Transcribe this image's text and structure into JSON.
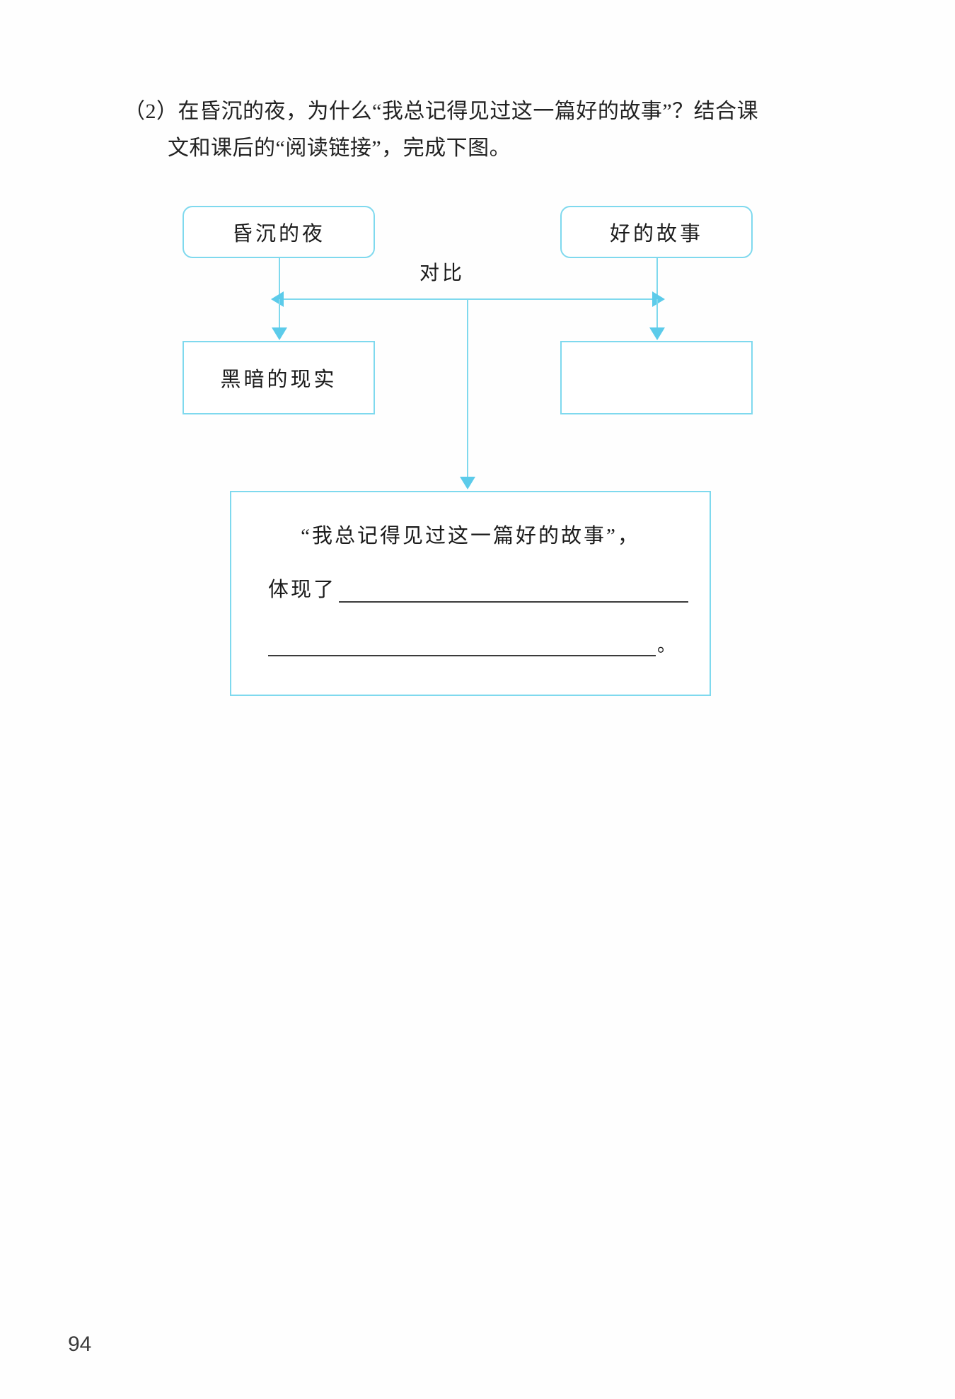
{
  "page": {
    "number": "94",
    "border_color": "#7FD9EE",
    "arrow_color": "#5CCBEA"
  },
  "question": {
    "marker": "（2）",
    "line1": "（2）在昏沉的夜，为什么“我总记得见过这一篇好的故事”？结合课",
    "line2": "文和课后的“阅读链接”，完成下图。"
  },
  "diagram": {
    "nodes": [
      {
        "id": "dark-night",
        "label": "昏沉的夜",
        "shape": "rounded"
      },
      {
        "id": "good-story",
        "label": "好的故事",
        "shape": "rounded"
      },
      {
        "id": "dark-reality",
        "label": "黑暗的现实",
        "shape": "rect"
      },
      {
        "id": "blank-answer",
        "label": "",
        "shape": "rect"
      }
    ],
    "contrast_label": "对比",
    "conclusion": {
      "quote": "“我总记得见过这一篇好的故事”，",
      "lead": "体现了",
      "blank1": "",
      "blank2": "",
      "period": "。"
    }
  }
}
